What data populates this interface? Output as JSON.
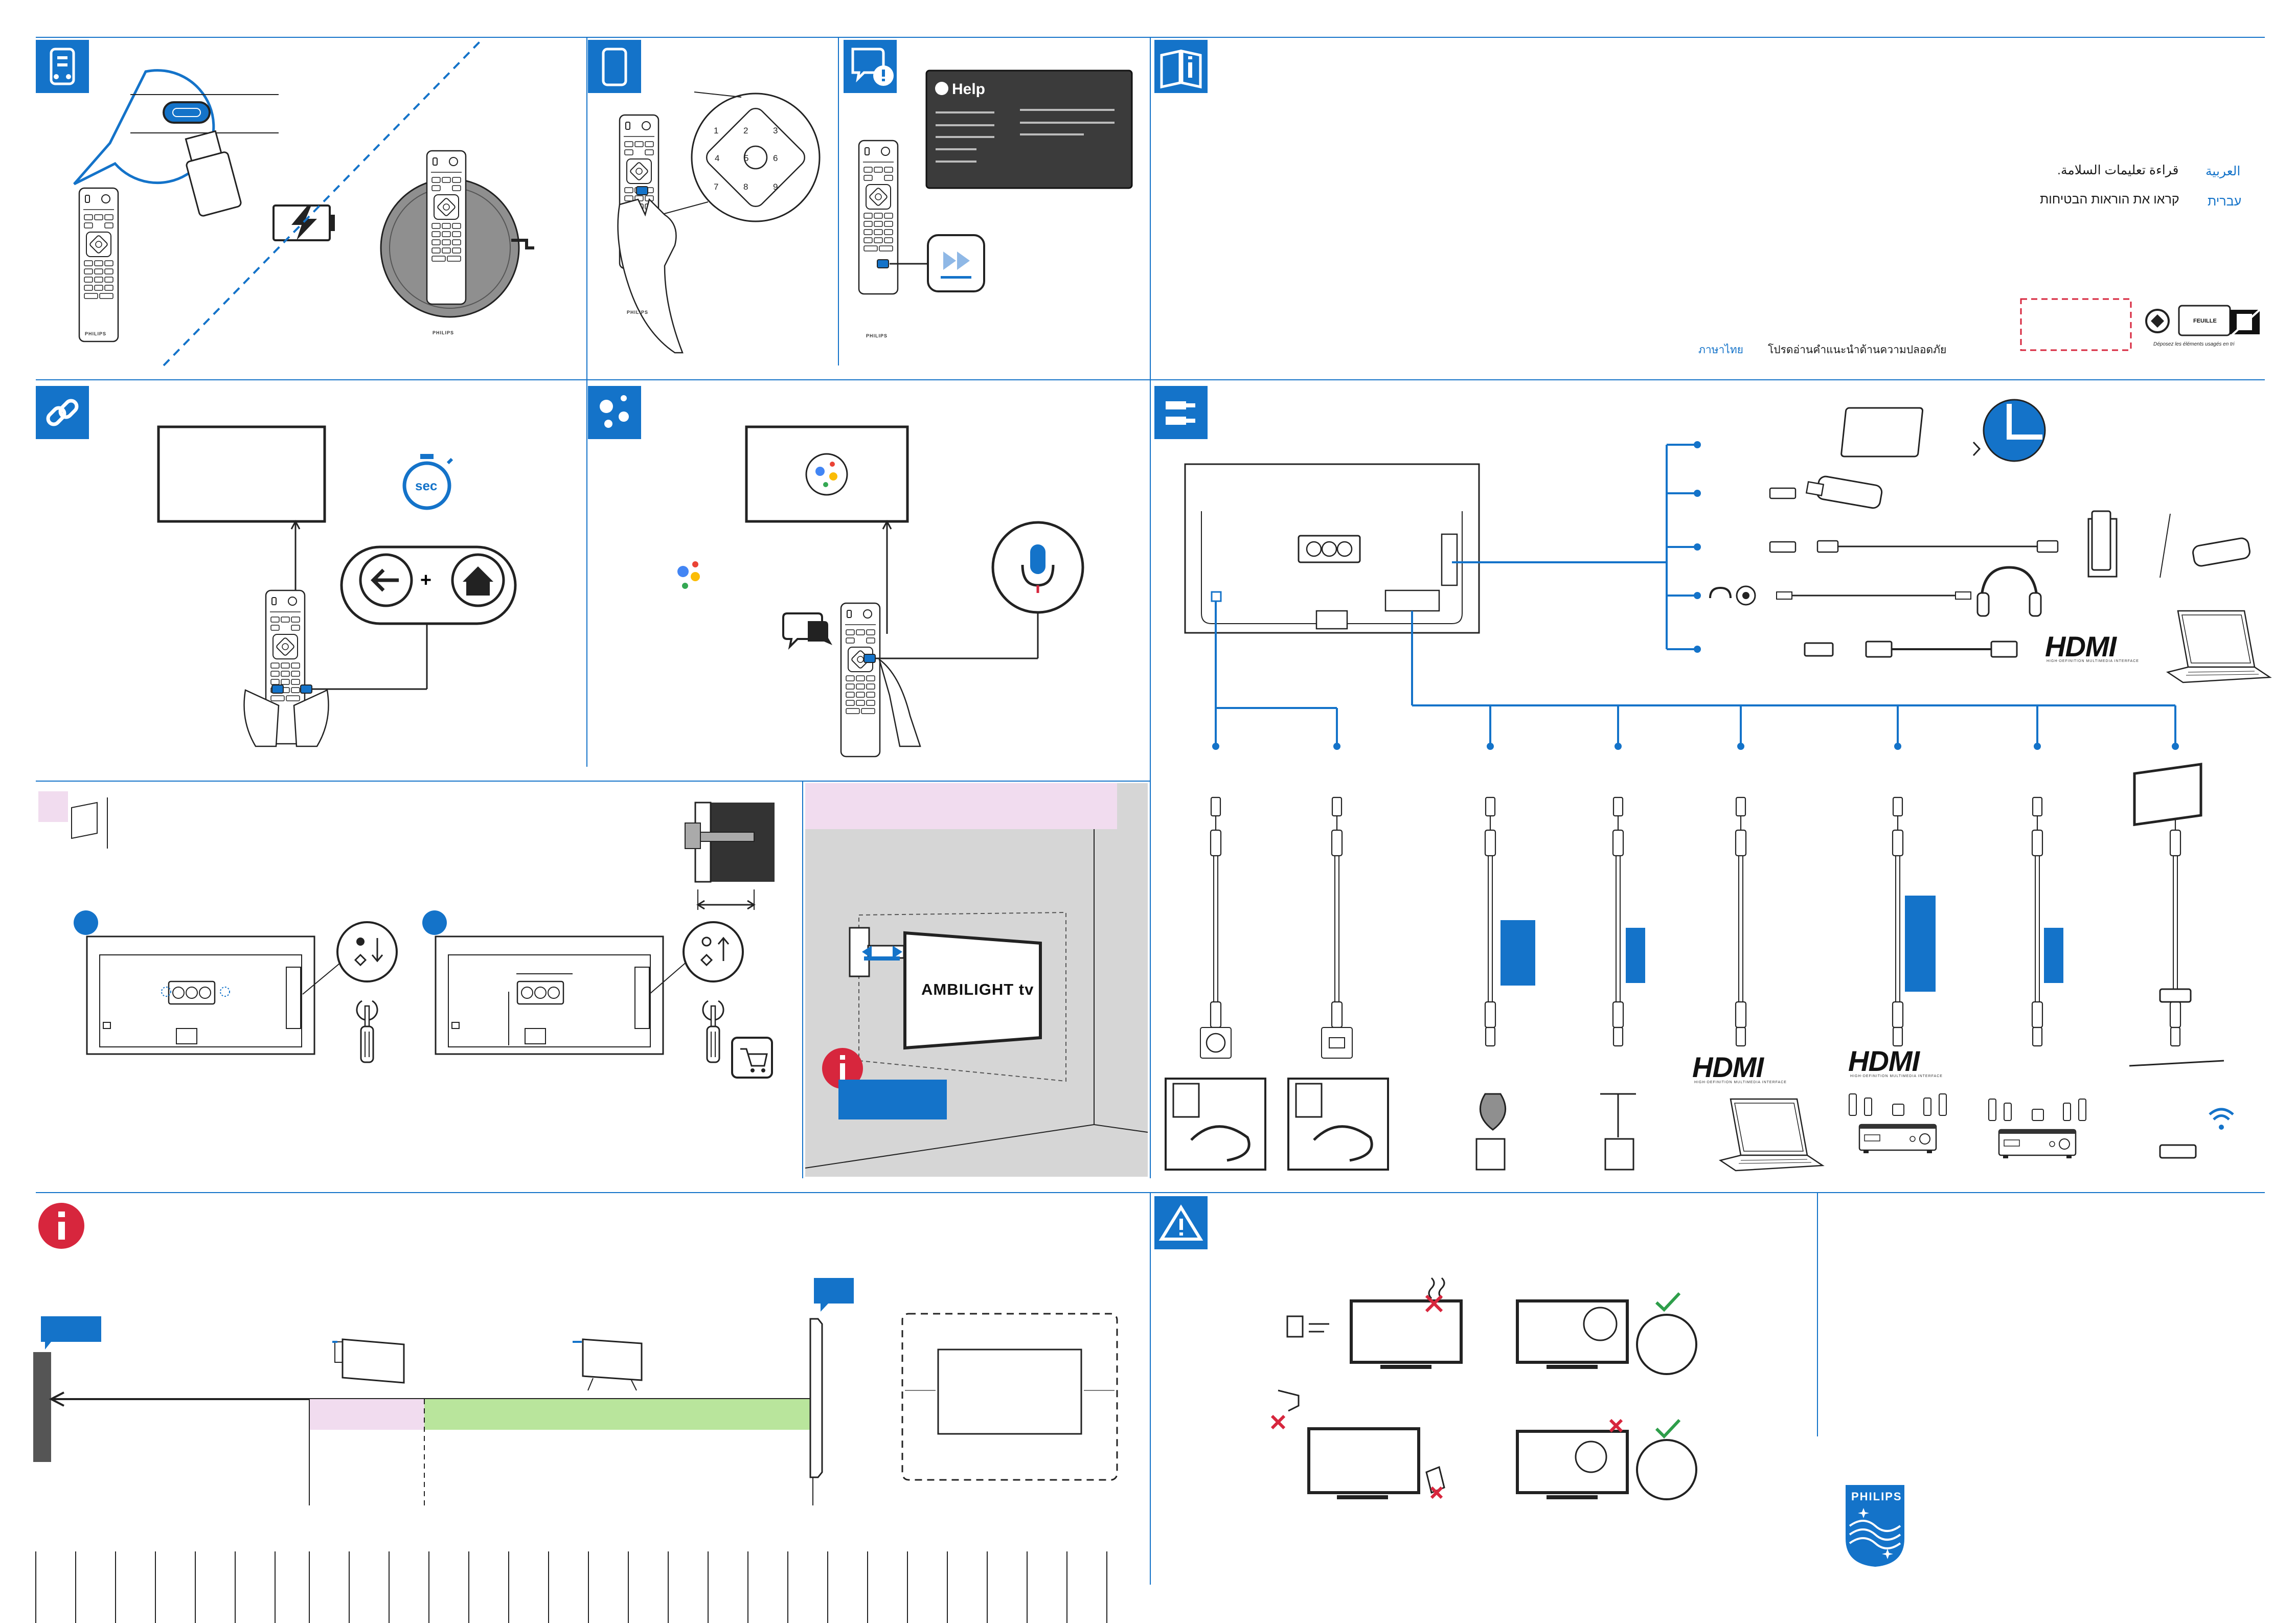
{
  "help_screen": {
    "title": "Help"
  },
  "timer": {
    "label": "sec"
  },
  "ambilight": {
    "label": "AMBILIGHT tv"
  },
  "safety": {
    "arabic": {
      "label": "العربية",
      "text": "قراءة تعليمات السلامة."
    },
    "hebrew": {
      "label": "עברית",
      "text": "קראו את הוראות הבטיחות"
    },
    "thai": {
      "label": "ภาษาไทย",
      "text": "โปรดอ่านคำแนะนำด้านความปลอดภัย"
    }
  },
  "hdmi_logos": [
    {
      "mark": "HDMI",
      "tagline": "HIGH-DEFINITION MULTIMEDIA INTERFACE"
    },
    {
      "mark": "HDMI",
      "tagline": "HIGH-DEFINITION MULTIMEDIA INTERFACE"
    },
    {
      "mark": "HDMI",
      "tagline": "HIGH-DEFINITION MULTIMEDIA INTERFACE"
    }
  ],
  "keypad": [
    "1",
    "2",
    "3",
    "4",
    "5",
    "6",
    "7",
    "8",
    "9"
  ],
  "recycling": {
    "feuille": "FEUILLE",
    "note": "Déposez les éléments usagés en tri"
  },
  "remote_brand": "PHILIPS",
  "brand": {
    "name": "PHILIPS"
  },
  "colors": {
    "accent": "#1473c9",
    "warning_red": "#d7263d",
    "pink": "#f1dcef",
    "green": "#b9e59c",
    "dark_screen": "#3b3b3b"
  }
}
